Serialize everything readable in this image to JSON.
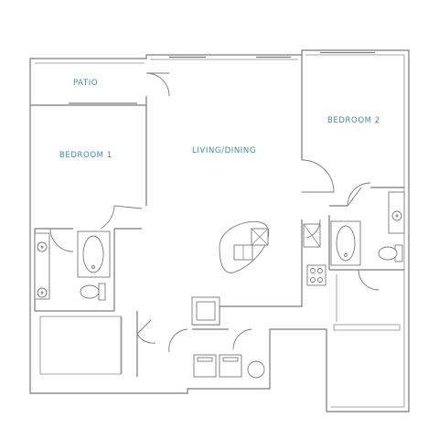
{
  "rooms": {
    "patio": "PATIO",
    "bedroom_1": "BEDROOM 1",
    "living_dining": "LIVING/DINING",
    "bedroom_2": "BEDROOM 2"
  },
  "colors": {
    "label": "#3a8fa6",
    "wall": "#7a7a7a",
    "background": "#ffffff"
  }
}
